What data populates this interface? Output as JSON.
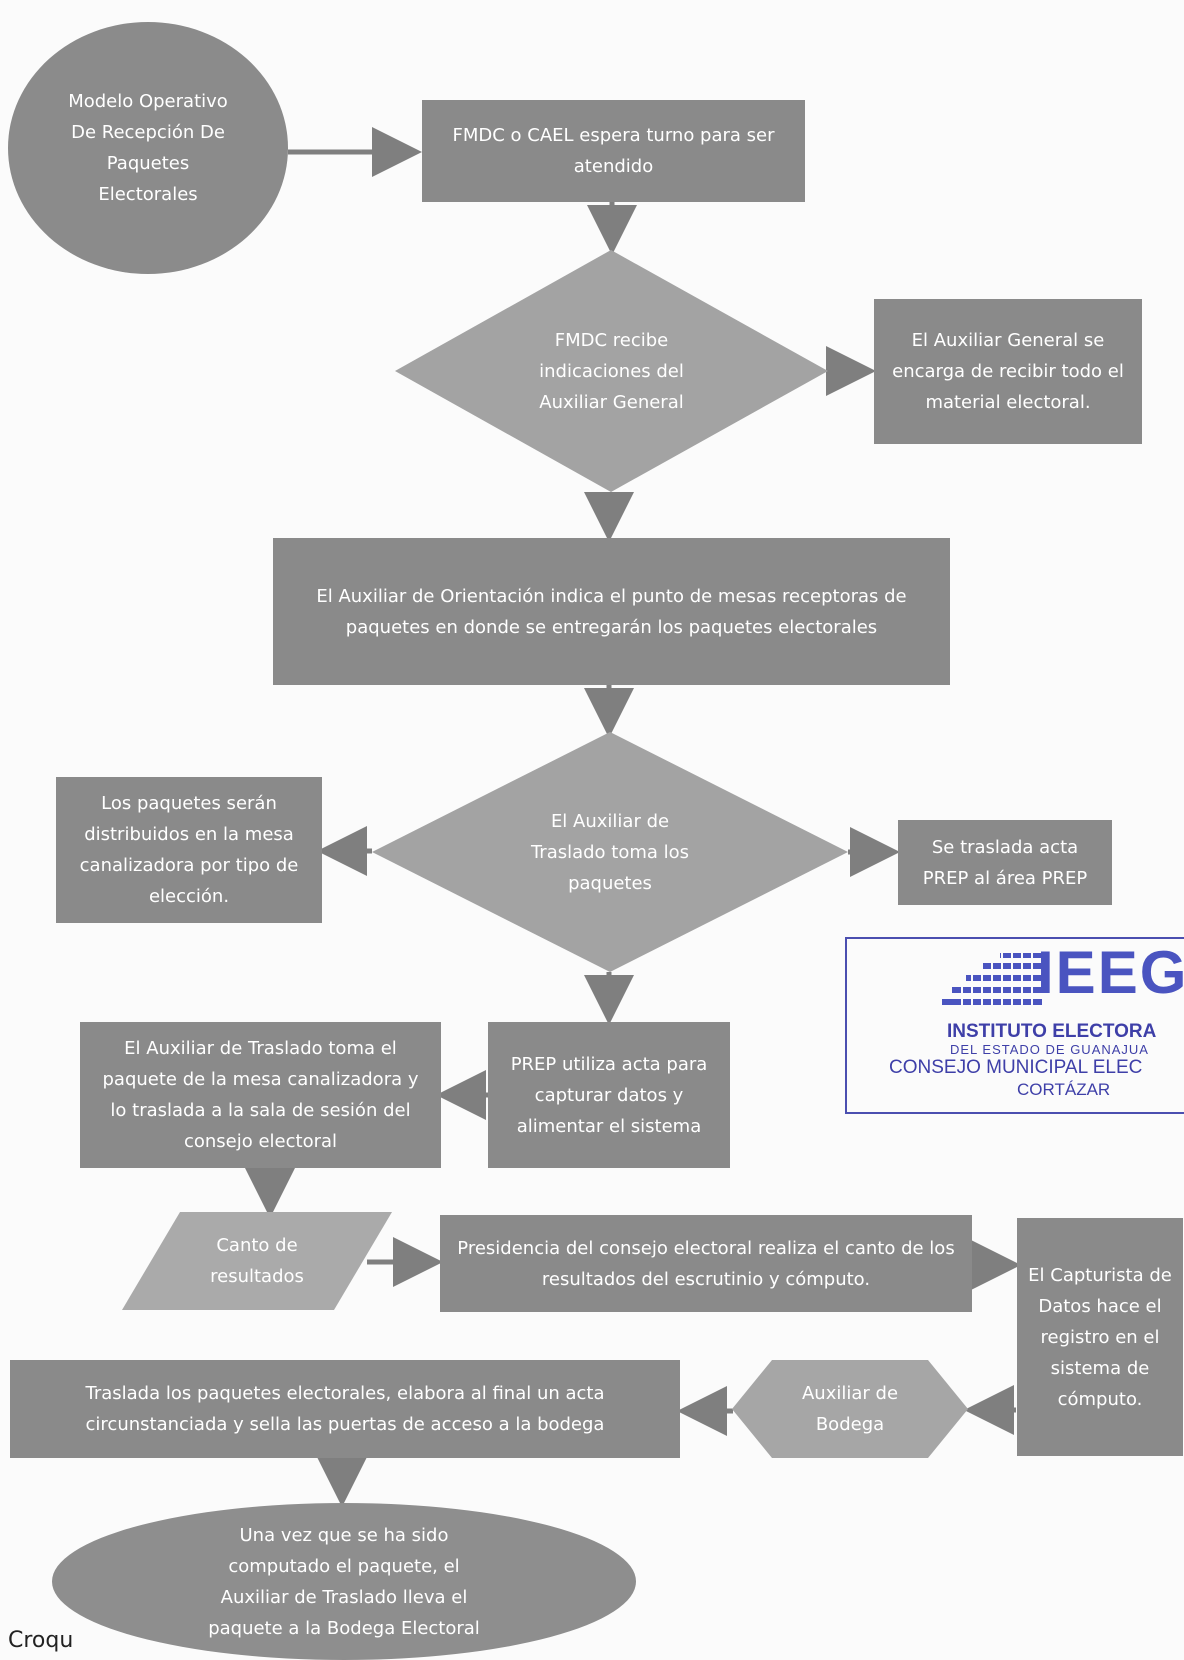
{
  "nodes": {
    "start": "Modelo Operativo De Recepción De Paquetes Electorales",
    "wait_turn": "FMDC o CAEL espera turno para ser atendido",
    "receive_instructions": "FMDC recibe indicaciones del Auxiliar General",
    "general_aux": "El Auxiliar General se encarga de recibir todo el material electoral.",
    "orientation": "El Auxiliar de Orientación indica el punto de mesas receptoras de paquetes en donde se entregarán los paquetes electorales",
    "transfer_takes": "El Auxiliar de Traslado toma los paquetes",
    "distributed": "Los paquetes serán distribuidos en la mesa canalizadora por tipo de elección.",
    "prep_moved": "Se traslada acta PREP al área PREP",
    "prep_uses": "PREP utiliza acta para capturar datos y alimentar el sistema",
    "transfer_package": "El Auxiliar de Traslado toma el paquete de la mesa canalizadora y lo traslada a la sala de sesión del consejo electoral",
    "canto": "Canto de resultados",
    "presidency": "Presidencia del consejo electoral realiza el canto de los resultados del escrutinio y cómputo.",
    "capturista": "El Capturista de Datos hace el registro en el sistema de cómputo.",
    "bodega_aux": "Auxiliar de Bodega",
    "moves_packages": "Traslada los paquetes electorales, elabora al final un acta circunstanciada y sella las puertas de acceso a la bodega",
    "end": "Una vez que se ha sido computado el paquete, el Auxiliar de Traslado lleva el paquete a la Bodega Electoral"
  },
  "stamp": {
    "logo": "IEEG",
    "line1": "INSTITUTO ELECTORA",
    "line2": "DEL ESTADO DE GUANAJUA",
    "line3": "CONSEJO MUNICIPAL ELEC",
    "line4": "CORTÁZAR"
  },
  "footer": "Croqu",
  "colors": {
    "node_fill": "#8a8a8a",
    "arrow": "#7f7f7f",
    "stamp": "#3e3fa8"
  }
}
